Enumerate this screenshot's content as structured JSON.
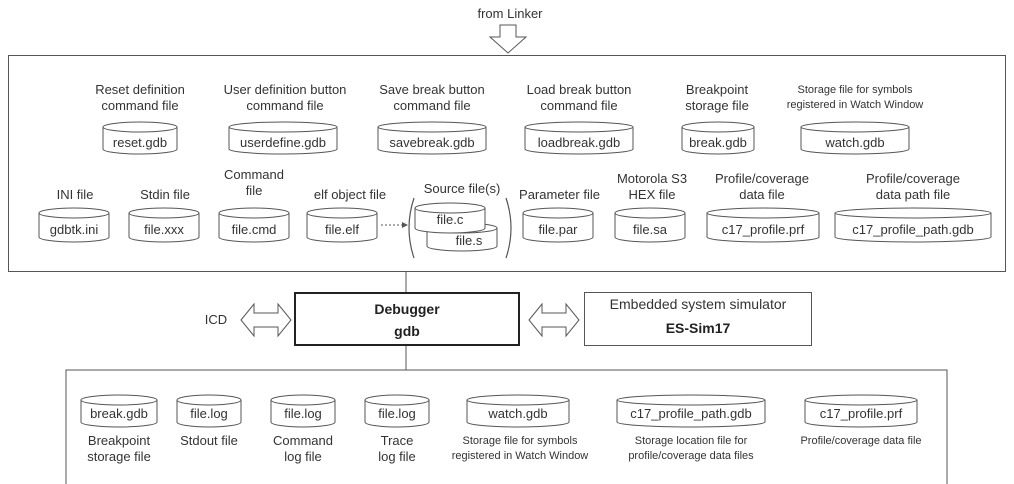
{
  "top_label": "from Linker",
  "left_label": "ICD",
  "debugger": {
    "title": "Debugger",
    "subtitle": "gdb"
  },
  "simulator": {
    "title": "Embedded system simulator",
    "subtitle": "ES-Sim17"
  },
  "input_row1": [
    {
      "label": [
        "Reset definition",
        "command file"
      ],
      "file": "reset.gdb"
    },
    {
      "label": [
        "User definition button",
        "command file"
      ],
      "file": "userdefine.gdb"
    },
    {
      "label": [
        "Save break button",
        "command file"
      ],
      "file": "savebreak.gdb"
    },
    {
      "label": [
        "Load break button",
        "command file"
      ],
      "file": "loadbreak.gdb"
    },
    {
      "label": [
        "Breakpoint",
        "storage file"
      ],
      "file": "break.gdb"
    },
    {
      "label": [
        "Storage file for symbols",
        "registered in Watch Window"
      ],
      "file": "watch.gdb"
    }
  ],
  "input_row2": [
    {
      "label": [
        "INI file"
      ],
      "file": "gdbtk.ini"
    },
    {
      "label": [
        "Stdin file"
      ],
      "file": "file.xxx"
    },
    {
      "label": [
        "Command",
        "file"
      ],
      "file": "file.cmd"
    },
    {
      "label": [
        "elf object file"
      ],
      "file": "file.elf"
    },
    {
      "label": [
        "Source file(s)"
      ],
      "files": [
        "file.c",
        "file.s"
      ]
    },
    {
      "label": [
        "Parameter file"
      ],
      "file": "file.par"
    },
    {
      "label": [
        "Motorola S3",
        "HEX file"
      ],
      "file": "file.sa"
    },
    {
      "label": [
        "Profile/coverage",
        "data file"
      ],
      "file": "c17_profile.prf"
    },
    {
      "label": [
        "Profile/coverage",
        "data path file"
      ],
      "file": "c17_profile_path.gdb"
    }
  ],
  "outputs": [
    {
      "file": "break.gdb",
      "label": [
        "Breakpoint",
        "storage file"
      ]
    },
    {
      "file": "file.log",
      "label": [
        "Stdout file"
      ]
    },
    {
      "file": "file.log",
      "label": [
        "Command",
        "log file"
      ]
    },
    {
      "file": "file.log",
      "label": [
        "Trace",
        "log file"
      ]
    },
    {
      "file": "watch.gdb",
      "label": [
        "Storage file for symbols",
        "registered in Watch Window"
      ]
    },
    {
      "file": "c17_profile_path.gdb",
      "label": [
        "Storage location file for",
        "profile/coverage data files"
      ]
    },
    {
      "file": "c17_profile.prf",
      "label": [
        "Profile/coverage data file"
      ]
    }
  ]
}
